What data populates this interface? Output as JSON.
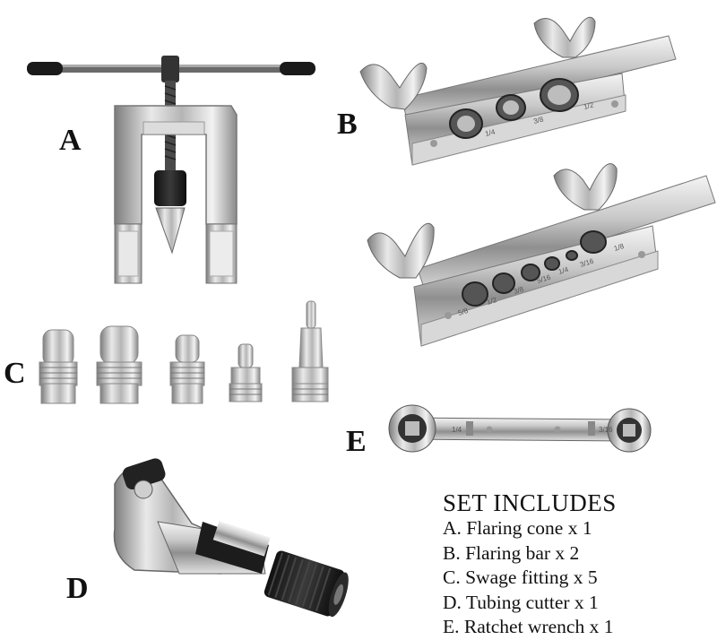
{
  "labels": {
    "a": "A",
    "b": "B",
    "c": "C",
    "d": "D",
    "e": "E"
  },
  "set_includes": {
    "title": "SET INCLUDES",
    "items": [
      "A. Flaring cone x 1",
      "B. Flaring bar x 2",
      "C. Swage fitting x 5",
      "D. Tubing cutter x 1",
      "E. Ratchet wrench x 1"
    ]
  },
  "bar_markings": {
    "bar_top": [
      "1/4",
      "3/8",
      "1/2"
    ],
    "bar_bottom": [
      "1/8",
      "3/16",
      "1/4",
      "5/16",
      "3/8",
      "1/2",
      "5/8"
    ],
    "wrench": [
      "1/4",
      "3/16"
    ]
  }
}
